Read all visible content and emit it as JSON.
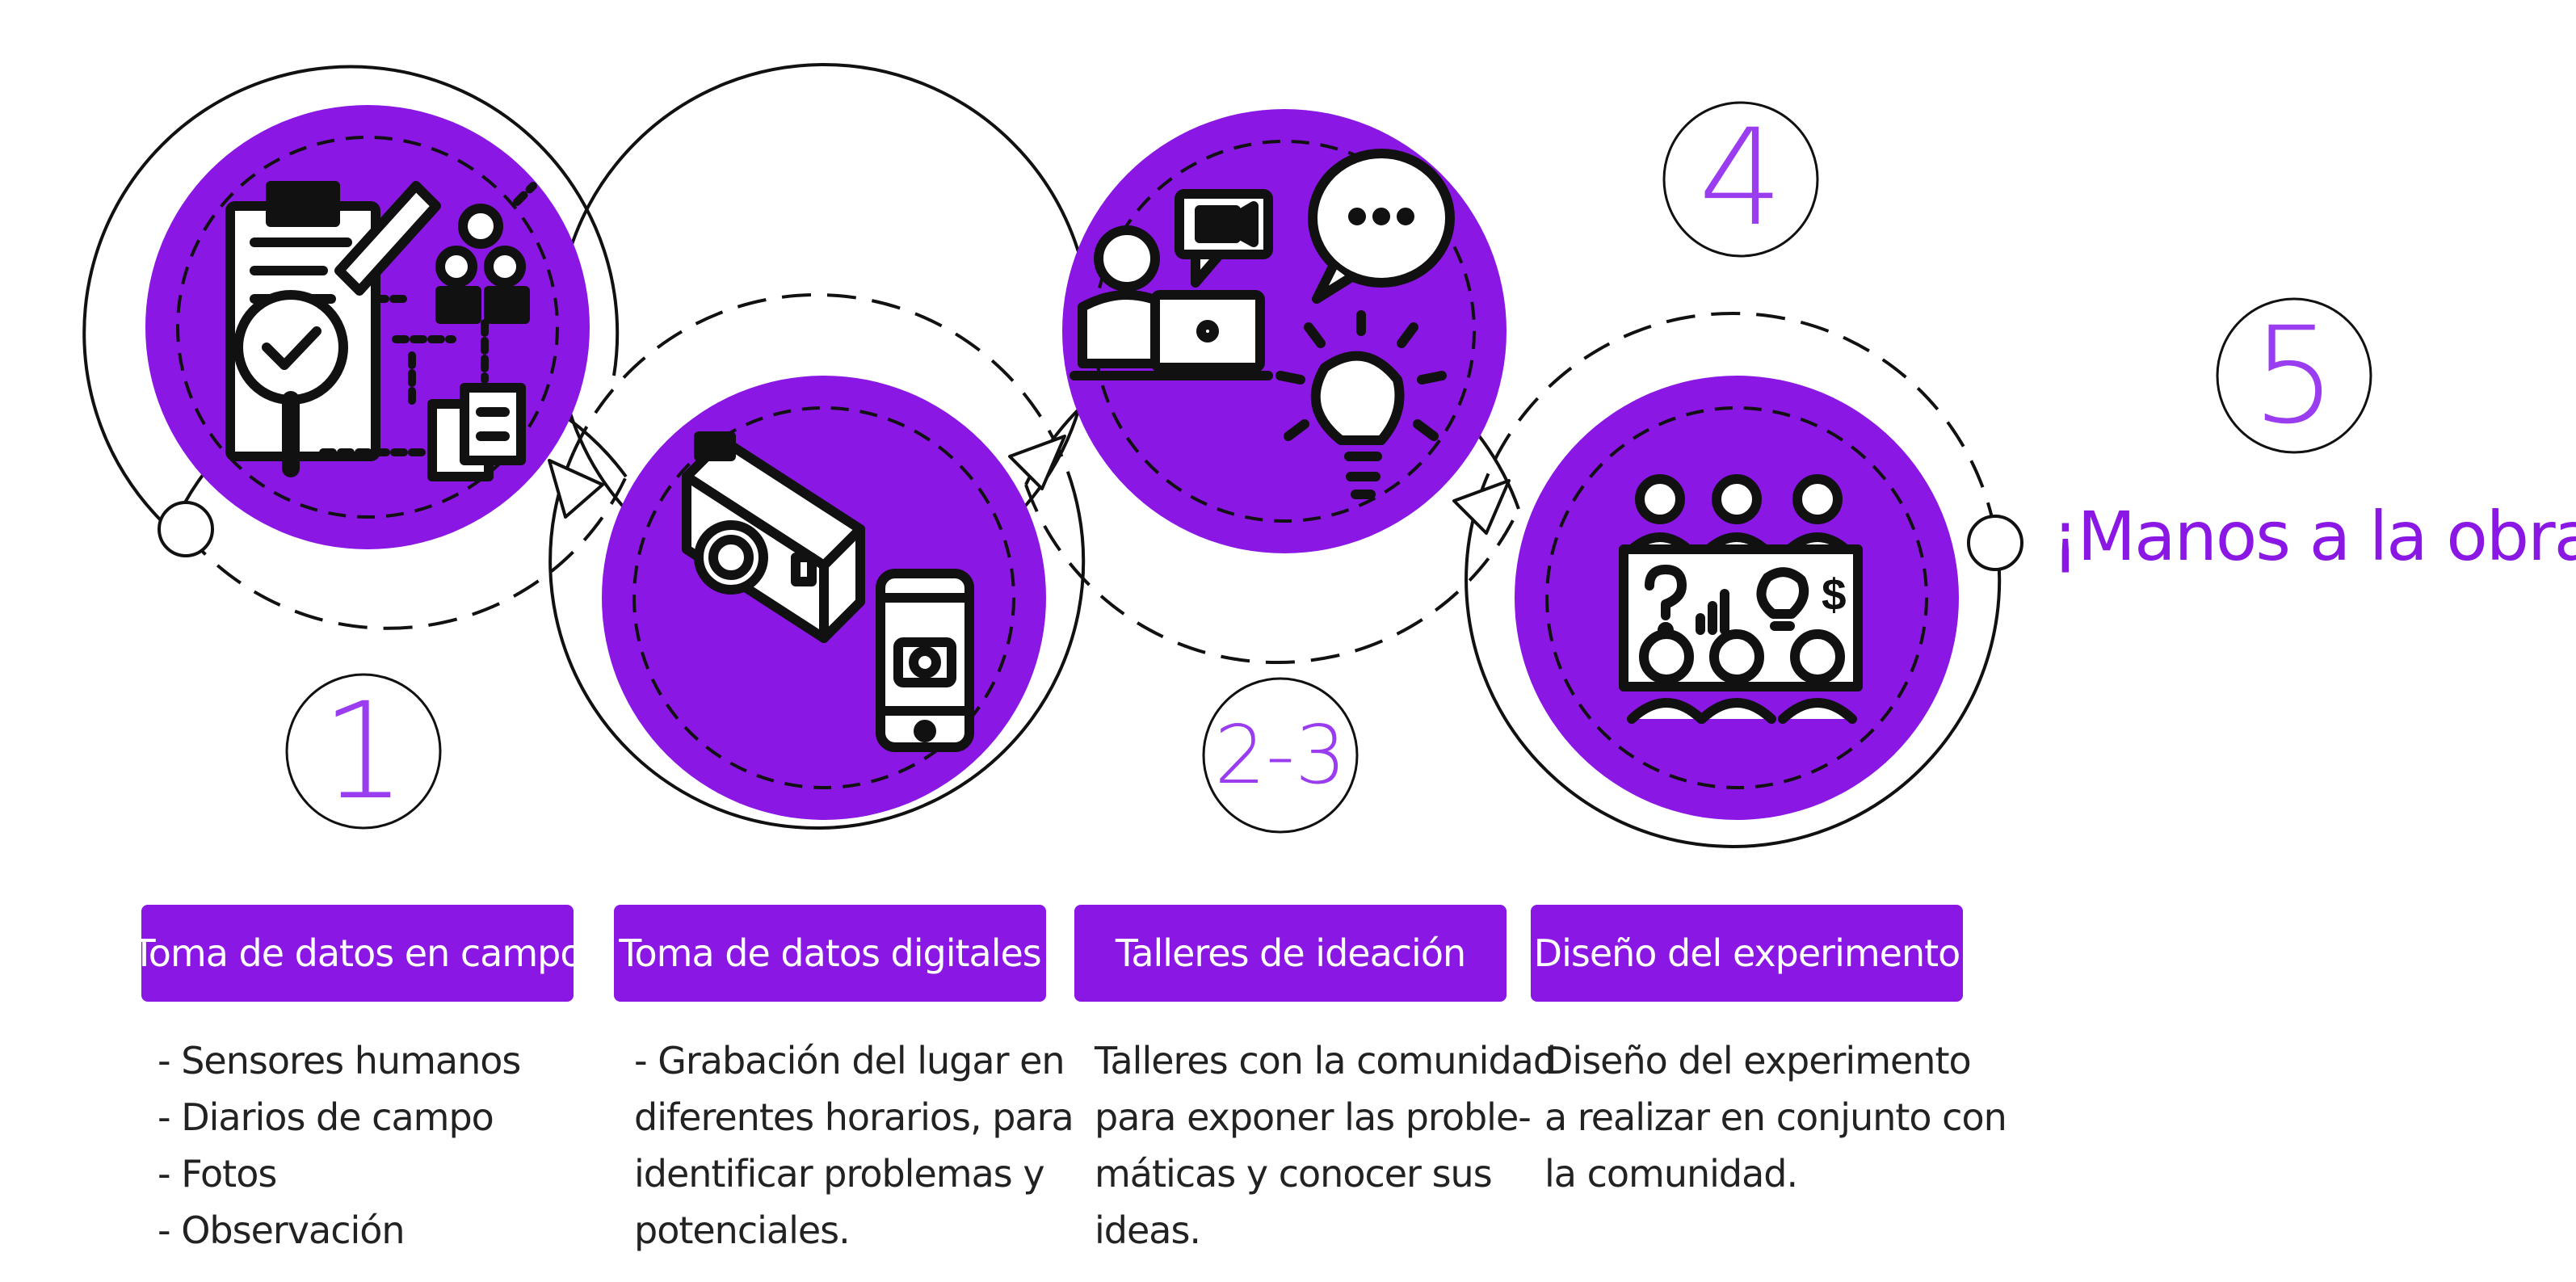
{
  "steps": [
    {
      "number": "1",
      "title": "Toma de datos en campo",
      "lines": [
        "- Sensores humanos",
        "- Diarios de campo",
        "- Fotos",
        "- Observación"
      ]
    },
    {
      "title": "Toma de datos digitales",
      "lines": [
        "- Grabación del lugar en",
        "diferentes horarios, para",
        "identificar problemas y",
        "potenciales."
      ]
    },
    {
      "number": "2-3",
      "title": "Talleres de ideación",
      "lines": [
        "Talleres con la comunidad",
        "para exponer las proble-",
        "máticas y conocer sus",
        "ideas."
      ]
    },
    {
      "number": "4",
      "title": "Diseño del experimento",
      "lines": [
        "Diseño del experimento",
        "a realizar en conjunto con",
        "la comunidad."
      ]
    }
  ],
  "final": {
    "number": "5",
    "slogan": "¡Manos a la obra!"
  },
  "colors": {
    "accent": "#8a17e4",
    "number": "#9a3cf0",
    "ink": "#111111"
  },
  "icons": [
    "clipboard-search-icon",
    "camera-phone-icon",
    "video-call-idea-icon",
    "team-meeting-board-icon"
  ]
}
